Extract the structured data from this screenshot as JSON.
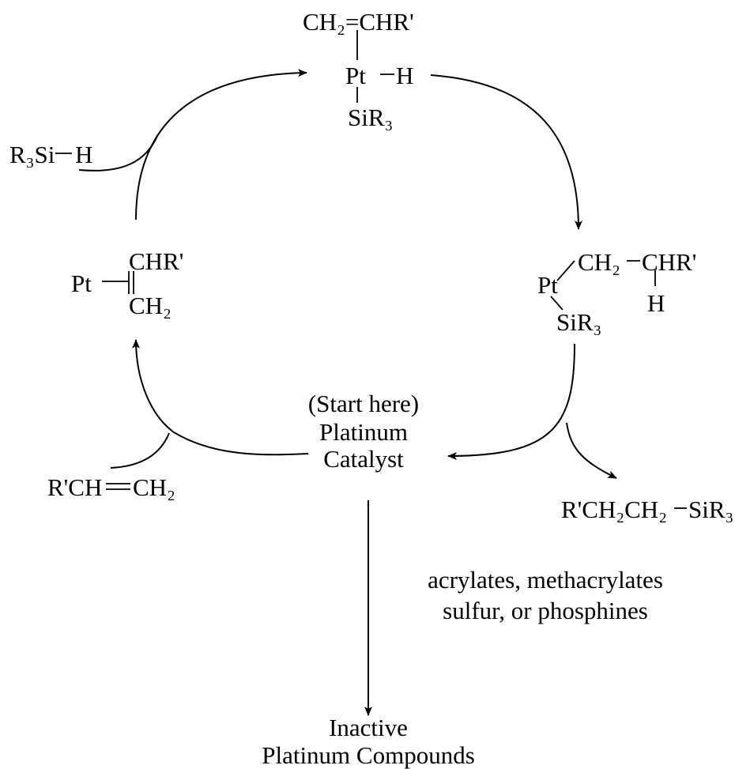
{
  "species": {
    "top_alkene": "CH₂=CHR'",
    "top_pt": "Pt",
    "top_h": "H",
    "top_sir3": "SiR₃",
    "right_ch2": "CH₂",
    "right_chr": "CHR'",
    "right_pt": "Pt",
    "right_h": "H",
    "right_sir3": "SiR₃",
    "left_chr": "CHR'",
    "left_pt": "Pt",
    "left_ch2": "CH₂",
    "silane": "R₃Si",
    "silane_h": "H",
    "alkene_left": "R'CH",
    "alkene_right": "CH₂",
    "product_left": "R'CH₂CH₂",
    "product_right": "SiR₃"
  },
  "center": {
    "line1": "(Start here)",
    "line2": "Platinum",
    "line3": "Catalyst"
  },
  "poison": {
    "line1": "acrylates, methacrylates",
    "line2": "sulfur, or phosphines"
  },
  "inactive": {
    "line1": "Inactive",
    "line2": "Platinum Compounds"
  },
  "colors": {
    "ink": "#000000",
    "background": "#ffffff"
  }
}
